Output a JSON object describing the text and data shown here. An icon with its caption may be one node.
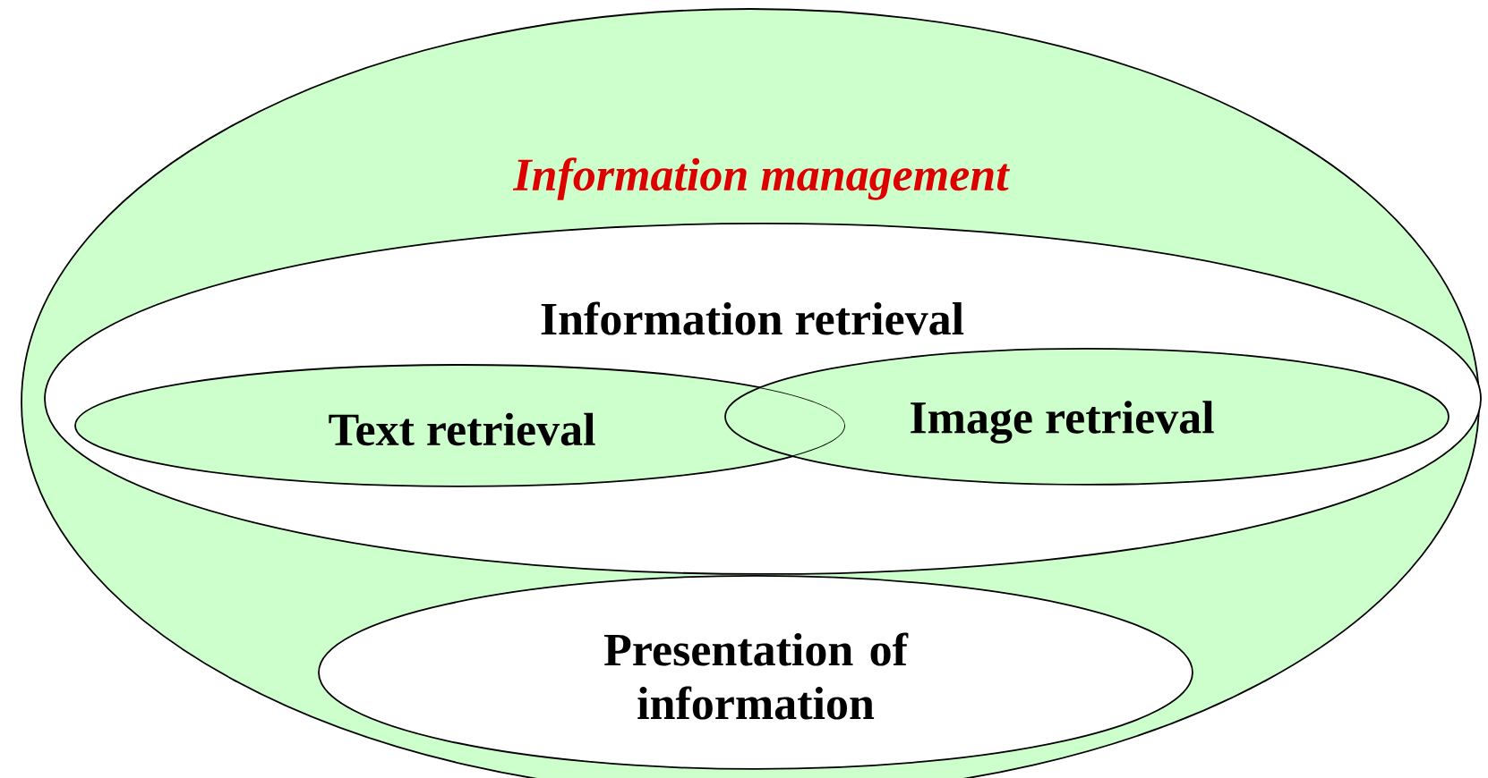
{
  "diagram": {
    "nodes": [
      {
        "text": [
          "Information management"
        ]
      },
      {
        "text": [
          "Information retrieval"
        ],
        "in": 0
      },
      {
        "text": [
          "Text retrieval"
        ],
        "in": 1
      },
      {
        "text": [
          "Image retrieval"
        ],
        "in": 1
      },
      {
        "text": [
          "Presentation of information"
        ],
        "in": 0
      }
    ]
  }
}
